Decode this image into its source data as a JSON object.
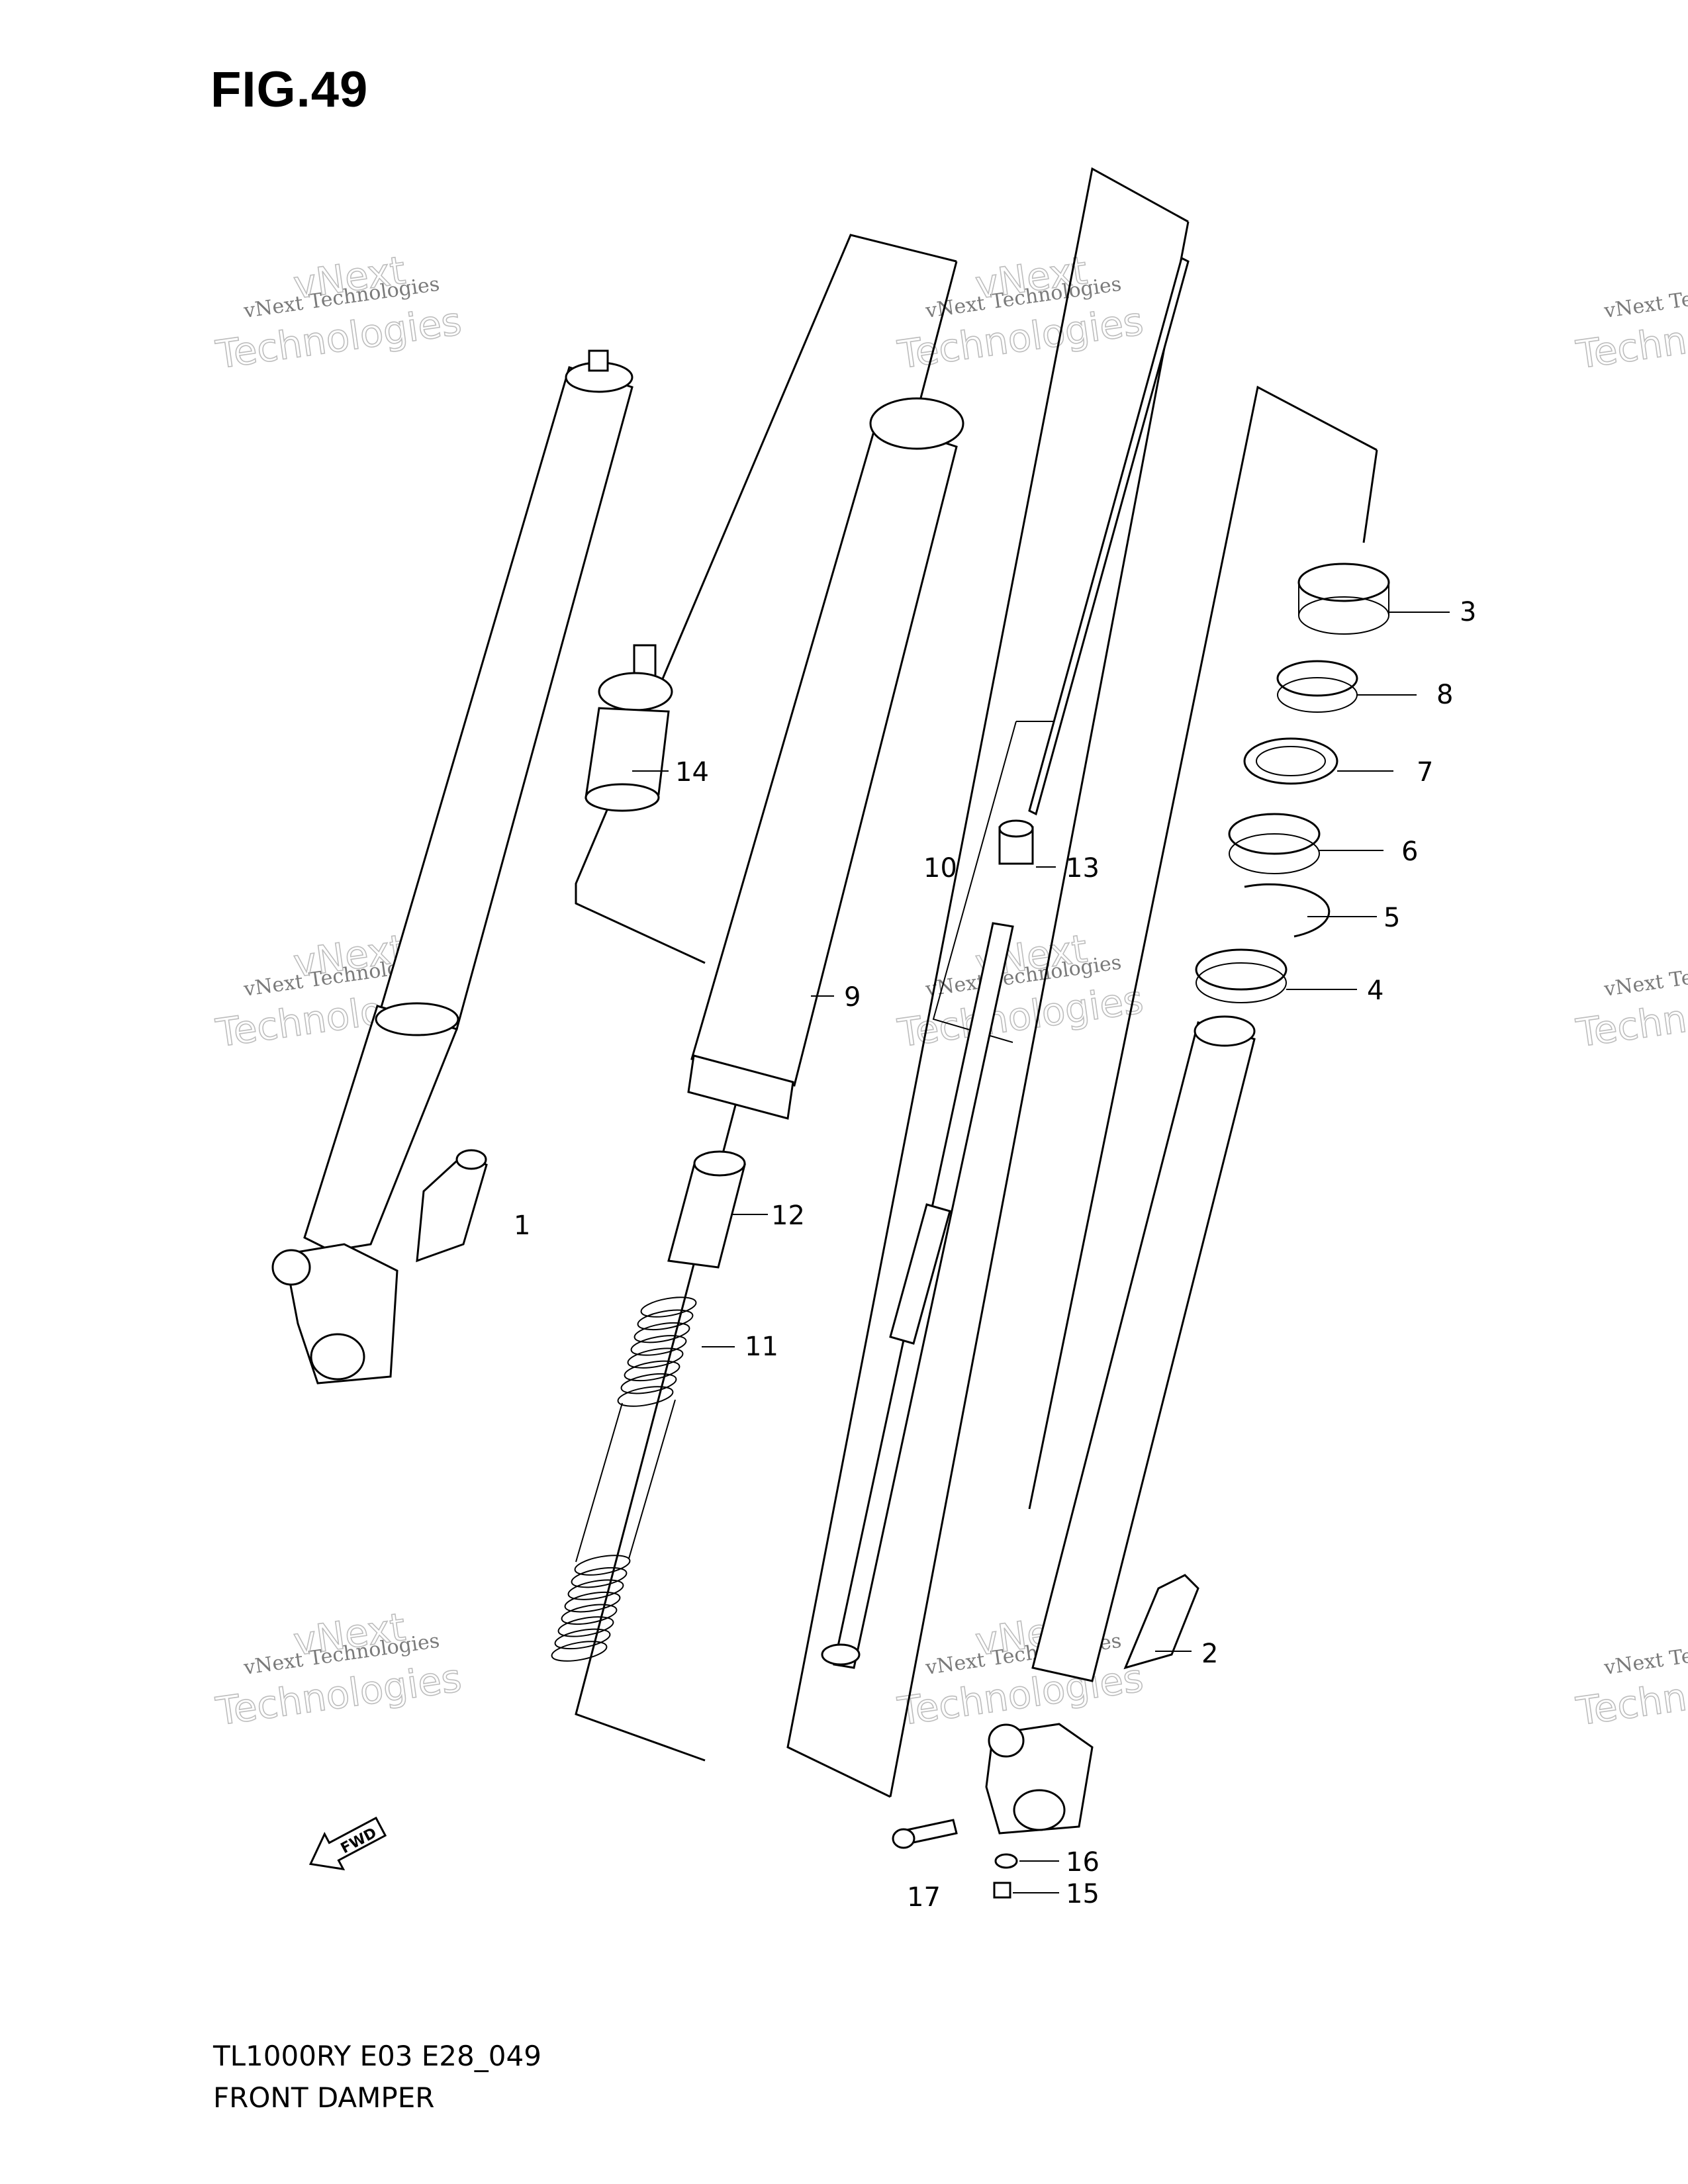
{
  "figure": {
    "title": "FIG.49",
    "model_code": "TL1000RY E03 E28_049",
    "name": "FRONT DAMPER"
  },
  "watermark": {
    "line1": "vNext Technologies",
    "line2": "vNext",
    "line3": "Technologies"
  },
  "fwd_label": "FWD",
  "callouts": [
    {
      "id": "c1",
      "label": "1"
    },
    {
      "id": "c2",
      "label": "2"
    },
    {
      "id": "c3",
      "label": "3"
    },
    {
      "id": "c4",
      "label": "4"
    },
    {
      "id": "c5",
      "label": "5"
    },
    {
      "id": "c6",
      "label": "6"
    },
    {
      "id": "c7",
      "label": "7"
    },
    {
      "id": "c8",
      "label": "8"
    },
    {
      "id": "c9",
      "label": "9"
    },
    {
      "id": "c10",
      "label": "10"
    },
    {
      "id": "c11",
      "label": "11"
    },
    {
      "id": "c12",
      "label": "12"
    },
    {
      "id": "c13",
      "label": "13"
    },
    {
      "id": "c14",
      "label": "14"
    },
    {
      "id": "c15",
      "label": "15"
    },
    {
      "id": "c16",
      "label": "16"
    },
    {
      "id": "c17",
      "label": "17"
    }
  ]
}
